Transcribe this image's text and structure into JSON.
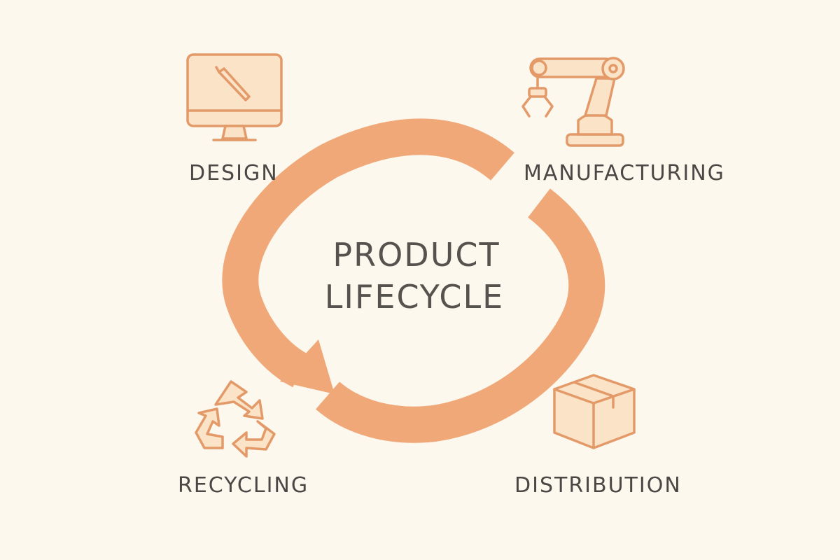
{
  "center": {
    "line1": "PRODUCT",
    "line2": "LIFECYCLE"
  },
  "stages": {
    "design": {
      "label": "DESIGN",
      "icon": "monitor-pencil-icon"
    },
    "manufacturing": {
      "label": "MANUFACTURING",
      "icon": "robotic-arm-icon"
    },
    "distribution": {
      "label": "DISTRIBUTION",
      "icon": "cardboard-box-icon"
    },
    "recycling": {
      "label": "RECYCLING",
      "icon": "recycle-icon"
    }
  },
  "colors": {
    "background": "#fcf8ee",
    "arrow": "#f0a878",
    "icon_stroke": "#e39a68",
    "icon_fill": "#fbe3c8",
    "text": "#4a4744"
  }
}
